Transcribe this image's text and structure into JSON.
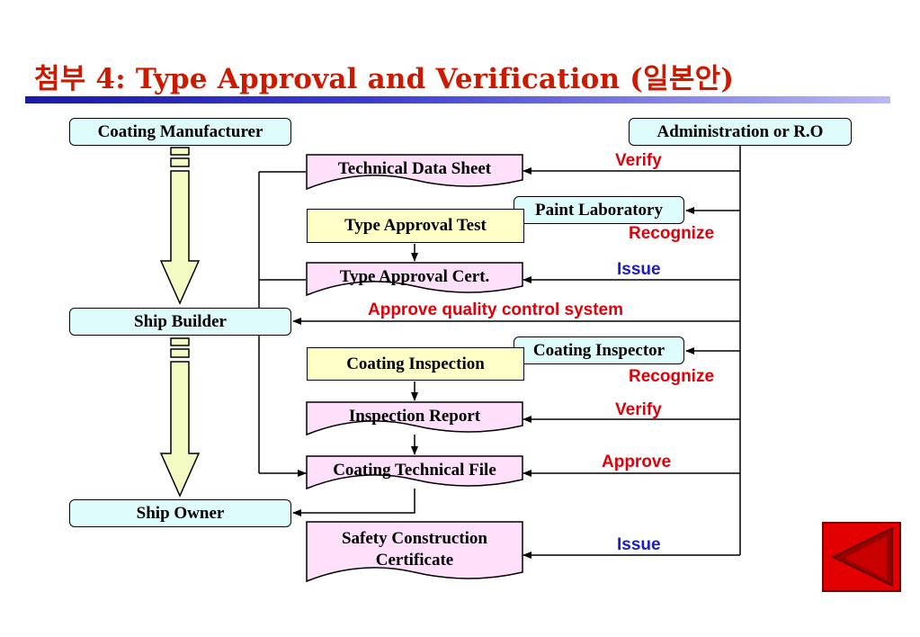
{
  "title": "첨부 4: Type Approval and Verification (일본안)",
  "parties": {
    "coating_manufacturer": "Coating Manufacturer",
    "administration": "Administration or R.O",
    "ship_builder": "Ship Builder",
    "ship_owner": "Ship Owner",
    "paint_laboratory": "Paint Laboratory",
    "coating_inspector": "Coating Inspector"
  },
  "documents": {
    "technical_data_sheet": "Technical Data Sheet",
    "type_approval_cert": "Type Approval Cert.",
    "inspection_report": "Inspection Report",
    "coating_technical_file": "Coating Technical File",
    "safety_construction_certificate_line1": "Safety Construction",
    "safety_construction_certificate_line2": "Certificate"
  },
  "processes": {
    "type_approval_test": "Type Approval Test",
    "coating_inspection": "Coating Inspection"
  },
  "actions": {
    "verify_1": "Verify",
    "recognize_1": "Recognize",
    "issue_1": "Issue",
    "approve_qcs": "Approve quality control system",
    "recognize_2": "Recognize",
    "verify_2": "Verify",
    "approve": "Approve",
    "issue_2": "Issue"
  },
  "colors": {
    "title": "#cc1a00",
    "party_fill": "#dffcfc",
    "process_fill": "#ffffc8",
    "document_fill": "#ffe0fb",
    "red_label": "#e0000a",
    "blue_label": "#1a1ad0",
    "flow_arrow_fill": "#f4fcc4",
    "nav_button": "#e20000"
  },
  "nav": {
    "icon": "back-triangle-icon"
  }
}
